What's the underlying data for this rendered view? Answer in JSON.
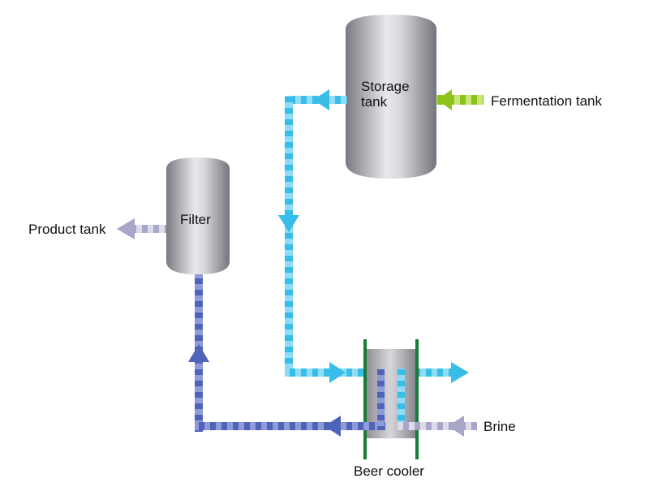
{
  "labels": {
    "storage_tank_line1": "Storage",
    "storage_tank_line2": "tank",
    "fermentation_tank": "Fermentation tank",
    "filter": "Filter",
    "product_tank": "Product tank",
    "beer_cooler": "Beer cooler",
    "brine": "Brine"
  },
  "colors": {
    "cold_beer_line": "#4dc8ef",
    "fermentation_feed": "#9acd1e",
    "filtered_line": "#5b6fc0",
    "brine_line": "#b8b6d4",
    "product_line": "#b4b2d0",
    "cooler_plate": "#1a7a3a",
    "tank_mid": "#e6e6ea",
    "tank_edge": "#77777e"
  },
  "icons": [
    "vertical-tank-icon",
    "plate-heat-exchanger-icon",
    "flow-arrow-icon"
  ]
}
